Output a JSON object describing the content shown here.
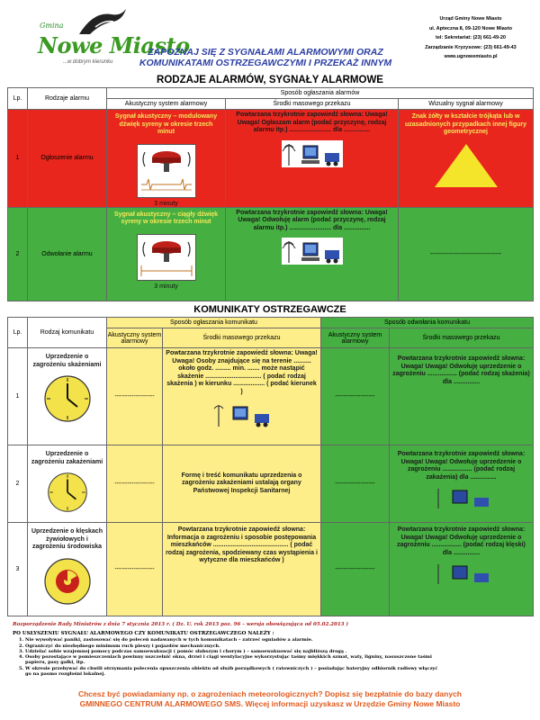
{
  "header": {
    "logo_small": "Gmina",
    "logo_main": "Nowe Miasto",
    "logo_sub": "...w dobrym kierunku",
    "title_line1": "ZAPOZNAJ SIĘ Z SYGNAŁAMI ALARMOWYMI ORAZ",
    "title_line2": "KOMUNIKATAMI OSTRZEGAWCZYMI I PRZEKAŻ INNYM",
    "contact": [
      "Urząd Gminy Nowe Miasto",
      "ul. Apteczna 8, 09-120 Nowe Miasto",
      "tel: Sekretariat: (23) 661-49-20",
      "Zarządzanie Kryzysowe: (23) 661-49-43",
      "www.ugnowemiasto.pl"
    ]
  },
  "section1": {
    "title": "RODZAJE ALARMÓW, SYGNAŁY ALARMOWE",
    "head_lp": "Lp.",
    "head_type": "Rodzaje alarmu",
    "head_method": "Sposób ogłaszania alarmów",
    "head_acoustic": "Akustyczny system alarmowy",
    "head_media": "Środki masowego przekazu",
    "head_visual": "Wizualny sygnał alarmowy",
    "rows": [
      {
        "lp": "1",
        "name": "Ogłoszenie alarmu",
        "acoustic": "Sygnał akustyczny – modulowany dźwięk syreny w okresie trzech minut",
        "minutes": "3 minuty",
        "media": "Powtarzana trzykrotnie zapowiedź słowna: Uwaga! Uwaga! Ogłaszam alarm (podać przyczynę, rodzaj alarmu itp.) ........................ dla ...............",
        "visual": "Znak żółty w kształcie trójkąta lub w uzasadnionych przypadkach innej figury geometrycznej"
      },
      {
        "lp": "2",
        "name": "Odwołanie alarmu",
        "acoustic": "Sygnał akustyczny – ciągły dźwięk syreny w okresie trzech minut",
        "minutes": "3 minuty",
        "media": "Powtarzana trzykrotnie zapowiedź słowna: Uwaga! Uwaga! Odwołuję alarm (podać przyczynę, rodzaj alarmu itp.) ........................ dla ...............",
        "visual": "----------------------------------"
      }
    ]
  },
  "section2": {
    "title": "KOMUNIKATY OSTRZEGAWCZE",
    "head_lp": "Lp.",
    "head_type": "Rodzaj komunikatu",
    "head_announce": "Sposób ogłaszania komunikatu",
    "head_cancel": "Sposób odwołania komunikatu",
    "head_acoustic": "Akustyczny system alarmowy",
    "head_media": "Środki masowego przekazu",
    "rows": [
      {
        "lp": "1",
        "name": "Uprzedzenie o zagrożeniu skażeniami",
        "acoustic": "-------------------",
        "media": "Powtarzana trzykrotnie zapowiedź słowna: Uwaga! Uwaga! Osoby znajdujące się na terenie .......... około godz. ......... min. ....... może nastąpić skażenie ................................ ( podać rodzaj skażenia ) w kierunku .................. ( podać kierunek )",
        "cancel_acoustic": "-------------------",
        "cancel_media": "Powtarzana trzykrotnie zapowiedź słowna: Uwaga! Uwaga! Odwołuję uprzedzenie o zagrożeniu ................. (podać rodzaj skażenia) dla ..............."
      },
      {
        "lp": "2",
        "name": "Uprzedzenie o zagrożeniu zakażeniami",
        "acoustic": "-------------------",
        "media": "Formę i treść komunikatu uprzedzenia o zagrożeniu zakażeniami ustalają organy Państwowej Inspekcji Sanitarnej",
        "cancel_acoustic": "-------------------",
        "cancel_media": "Powtarzana trzykrotnie zapowiedź słowna: Uwaga! Uwaga! Odwołuję uprzedzenie o zagrożeniu ................. (podać rodzaj zakażenia) dla ..............."
      },
      {
        "lp": "3",
        "name": "Uprzedzenie o klęskach żywiołowych i zagrożeniu środowiska",
        "acoustic": "-------------------",
        "media": "Powtarzana trzykrotnie zapowiedź słowna: Informacja o zagrożeniu i sposobie postępowania mieszkańców ........................................... ( podać rodzaj zagrożenia, spodziewany czas wystąpienia i wytyczne dla mieszkańców )",
        "cancel_acoustic": "-------------------",
        "cancel_media": "Powtarzana trzykrotnie zapowiedź słowna: Uwaga! Uwaga! Odwołuję uprzedzenie o zagrożeniu ................. (podać rodzaj klęski) dla ..............."
      }
    ]
  },
  "footer": {
    "regulation": "Rozporządzenie Rady Ministrów z dnia 7 stycznia 2013 r. ( Dz. U. rok 2013 poz. 96 – wersja obowiązująca od 05.02.2013 )",
    "notes_title": "PO USŁYSZENIU SYGNAŁU ALARMOWEGO CZY KOMUNIKATU OSTRZEGAWCZEGO NALEŻY :",
    "notes": [
      "Nie wywoływać paniki, zastosować się do poleceń nadawanych w tych komunikatach – zatrzeć ogniadów a alarmie.",
      "Ograniczyć do niezbędnego minimum ruch pieszy i pojazdów mechanicznych.",
      "Udzielać sobie wzajemnej pomocy podczas samoewakuacji ( pomóc słabszym i chorym ) – samoewakuować się najbliższą drogą .",
      "Osoby pozostające w pomieszczeniach powinny uszczelnić okna, drzwi i ciągi wentylacyjne wykorzystując taśmy miękkich szmat, waty, ligniny, nasuszczone taśmi papieru, pasy gałki, itp.",
      "W okresie przebywać do chwili otrzymania polecenia opuszczenia obiektu od służb porządkowych ( ratowniczych ) – posiadając bateryjny odbiornik radiowy włączyć go na pasmo rozgłośni lokalnej."
    ],
    "bottom_line1": "Chcesz być powiadamiany np. o zagrożeniach meteorologicznych? Dopisz się bezpłatnie do bazy danych",
    "bottom_line2": "GMINNEGO CENTRUM ALARMOWEGO SMS. Więcej informacji uzyskasz w Urzędzie Gminy Nowe Miasto"
  },
  "colors": {
    "red": "#e8261e",
    "green": "#45b041",
    "yellow": "#fdee8a",
    "title_blue": "#2c3fa3",
    "footer_orange": "#e05a1c"
  }
}
